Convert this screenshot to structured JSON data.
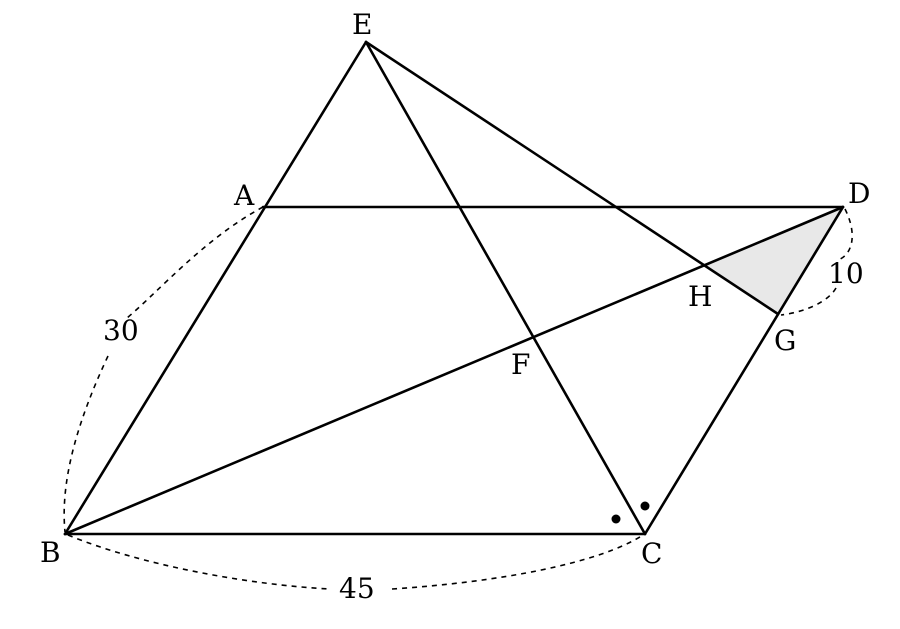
{
  "points": {
    "A": "A",
    "B": "B",
    "C": "C",
    "D": "D",
    "E": "E",
    "F": "F",
    "G": "G",
    "H": "H"
  },
  "measures": {
    "ab": "30",
    "bc": "45",
    "dg": "10"
  },
  "colors": {
    "ink": "#000000",
    "shade": "#e8e8e8"
  }
}
